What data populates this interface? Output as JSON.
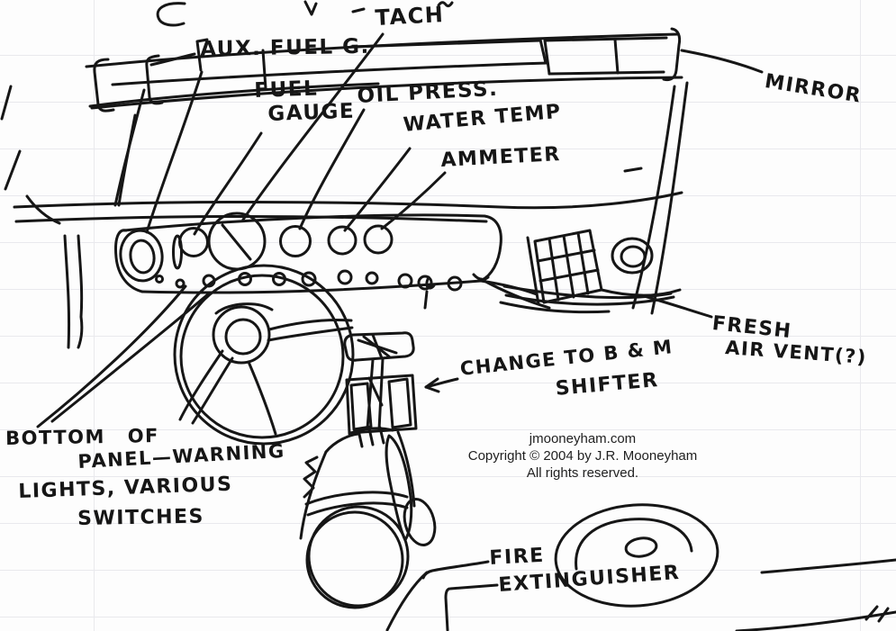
{
  "colors": {
    "ink": "#161616",
    "paper": "#fdfdfd",
    "rule": "#e9e9ed"
  },
  "annotations": {
    "aux_fuel_gauge": "AUX. FUEL G.",
    "tach": "TACH",
    "fuel_gauge_line1": "FUEL",
    "fuel_gauge_line2": "GAUGE",
    "oil_pressure": "OIL PRESS.",
    "water_temp": "WATER TEMP",
    "ammeter": "AMMETER",
    "mirror": "MIRROR",
    "fresh_air_line1": "FRESH",
    "fresh_air_line2": "AIR VENT(?)",
    "shifter_line1": "CHANGE TO B & M",
    "shifter_line2": "SHIFTER",
    "panel_line1": "BOTTOM OF",
    "panel_line2": "PANEL—WARNING",
    "panel_line3": "LIGHTS, VARIOUS",
    "panel_line4": "SWITCHES",
    "fire_line1": "FIRE",
    "fire_line2": "EXTINGUISHER"
  },
  "copyright": {
    "line1": "jmooneyham.com",
    "line2": "Copyright © 2004 by J.R. Mooneyham",
    "line3": "All rights reserved."
  }
}
